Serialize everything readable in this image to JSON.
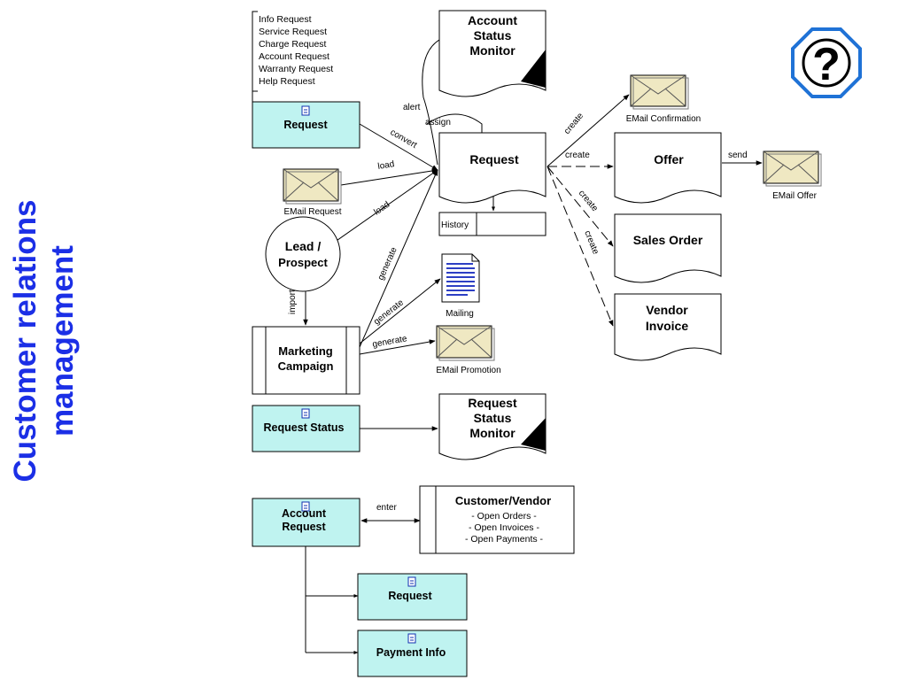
{
  "page_title_lines": [
    "Customer relations",
    "management"
  ],
  "colors": {
    "title": "#1b2fe6",
    "help_icon": "#1f72d6",
    "form_fill": "#bff3f0",
    "envelope_fill": "#efe8c2",
    "stroke": "#000000"
  },
  "request_types": [
    "Info Request",
    "Service Request",
    "Charge Request",
    "Account Request",
    "Warranty Request",
    "Help Request"
  ],
  "forms": {
    "request_main": "Request",
    "request_status": "Request Status",
    "account_request": [
      "Account",
      "Request"
    ],
    "request_sub": "Request",
    "payment_info": "Payment Info"
  },
  "documents": {
    "account_status_monitor": [
      "Account",
      "Status",
      "Monitor"
    ],
    "request_doc": "Request",
    "history": "History",
    "offer": "Offer",
    "sales_order": "Sales Order",
    "vendor_invoice": [
      "Vendor",
      "Invoice"
    ],
    "request_status_monitor": [
      "Request",
      "Status",
      "Monitor"
    ]
  },
  "envelopes": {
    "email_request": "EMail Request",
    "email_confirmation": "EMail Confirmation",
    "email_offer": "EMail Offer",
    "email_promotion": "EMail Promotion"
  },
  "mailing": "Mailing",
  "lead_prospect": [
    "Lead /",
    "Prospect"
  ],
  "marketing_campaign": [
    "Marketing",
    "Campaign"
  ],
  "customer_vendor": {
    "title": "Customer/Vendor",
    "items": [
      "- Open Orders -",
      "- Open Invoices -",
      "- Open Payments -"
    ]
  },
  "edge_labels": {
    "alert": "alert",
    "assign": "assign",
    "convert": "convert",
    "load_email": "load",
    "load_lead": "load",
    "generate_campaign": "generate",
    "generate_mailing": "generate",
    "generate_promotion": "generate",
    "create_confirmation": "create",
    "create_offer": "create",
    "create_sales_order": "create",
    "create_vendor_invoice": "create",
    "send": "send",
    "import": "import",
    "enter": "enter"
  },
  "help_icon_glyph": "?"
}
